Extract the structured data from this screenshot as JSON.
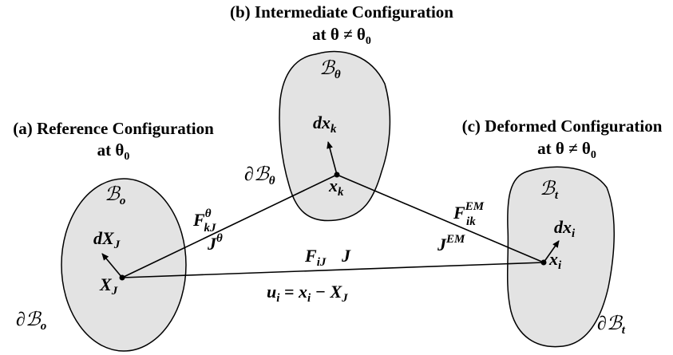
{
  "titles": {
    "intermediate_line1": "(b) Intermediate Configuration",
    "intermediate_line2": "at θ ≠ θ",
    "intermediate_line2_sub": "0",
    "reference_line1": "(a) Reference Configuration",
    "reference_line2": "at θ",
    "reference_line2_sub": "0",
    "deformed_line1": "(c) Deformed Configuration",
    "deformed_line2": "at θ ≠ θ",
    "deformed_line2_sub": "0"
  },
  "bodies": {
    "reference": {
      "symbol": "ℬ",
      "sub": "o",
      "boundary": "∂ℬ",
      "boundary_sub": "o"
    },
    "intermediate": {
      "symbol": "ℬ",
      "sub": "θ",
      "boundary": "∂ℬ",
      "boundary_sub": "θ"
    },
    "deformed": {
      "symbol": "ℬ",
      "sub": "t",
      "boundary": "∂ℬ",
      "boundary_sub": "t"
    }
  },
  "points": {
    "X": {
      "main": "X",
      "sub": "J"
    },
    "xk": {
      "main": "x",
      "sub": "k"
    },
    "xi": {
      "main": "x",
      "sub": "i"
    }
  },
  "vectors": {
    "dX": {
      "main": "dX",
      "sub": "J"
    },
    "dxk": {
      "main": "dx",
      "sub": "k"
    },
    "dxi": {
      "main": "dx",
      "sub": "i"
    }
  },
  "maps": {
    "F_theta": {
      "main": "F",
      "sup": "θ",
      "sub": "kJ"
    },
    "J_theta": {
      "main": "J",
      "sup": "θ"
    },
    "F_EM": {
      "main": "F",
      "sup": "EM",
      "sub": "ik"
    },
    "J_EM": {
      "main": "J",
      "sup": "EM"
    },
    "F_total": {
      "main": "F",
      "sub": "iJ"
    },
    "J_total": {
      "main": "J"
    },
    "displacement": {
      "u": "u",
      "u_sub": "i",
      "eq": " = ",
      "x": "x",
      "x_sub": "i",
      "minus": " − ",
      "X": "X",
      "X_sub": "J"
    }
  },
  "colors": {
    "body_fill": "#e3e3e3",
    "stroke": "#000000"
  }
}
